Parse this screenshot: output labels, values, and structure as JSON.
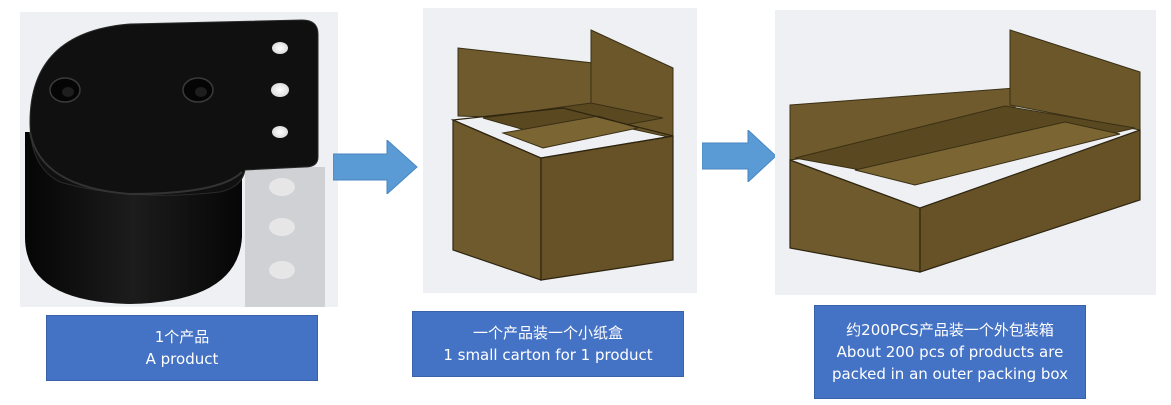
{
  "colors": {
    "caption_bg": "#4472c4",
    "caption_text": "#ffffff",
    "arrow": "#5b9bd5",
    "cardboard": "#6e5a2c",
    "product": "#0d0d0d"
  },
  "steps": [
    {
      "line1": "1个产品",
      "line2": "A product"
    },
    {
      "line1": "一个产品装一个小纸盒",
      "line2": "1 small carton for 1 product"
    },
    {
      "line1": "约200PCS产品装一个外包装箱",
      "line2": "About 200 pcs of products are",
      "line3": "packed in an outer packing box"
    }
  ],
  "icons": {
    "product": "black-cylinder-housing-with-mounting-plate",
    "small_box": "open-cardboard-carton",
    "large_box": "open-cardboard-outer-box",
    "arrow": "right-arrow"
  }
}
